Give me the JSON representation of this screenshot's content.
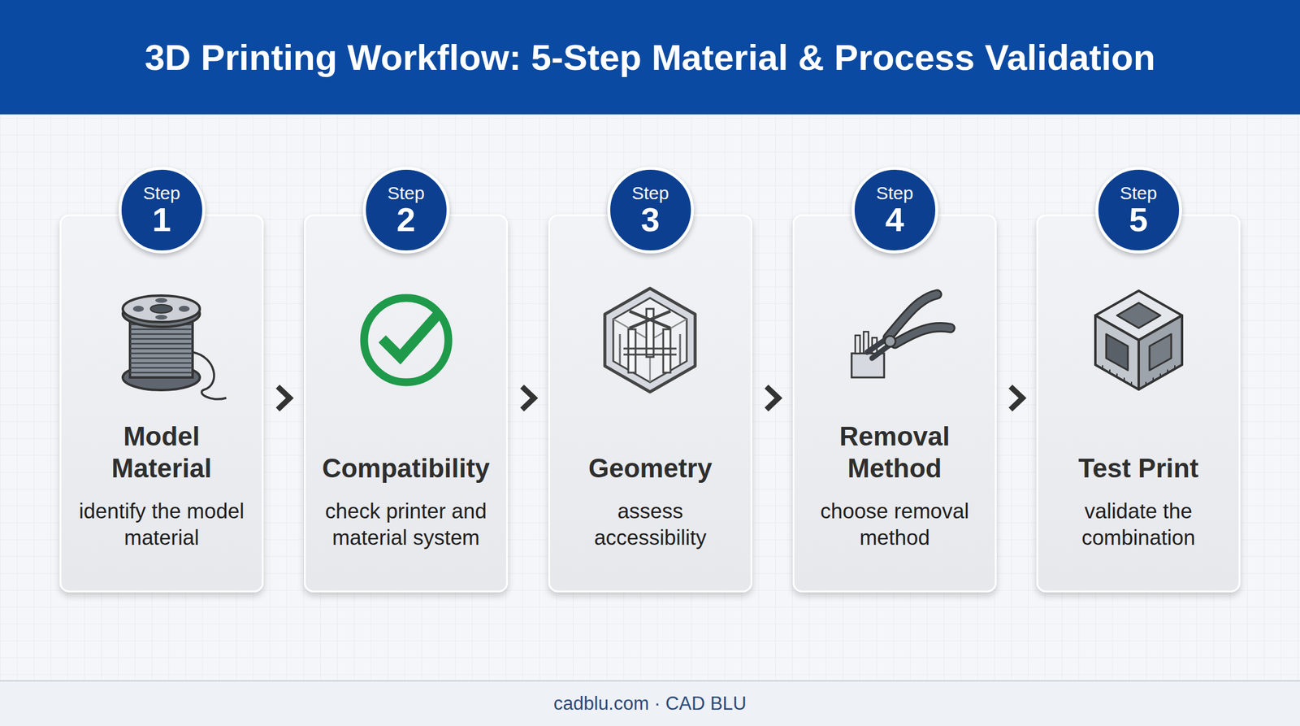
{
  "diagram": {
    "title": "3D Printing Workflow: 5-Step Material & Process Validation",
    "nodes": [
      {
        "text": [
          "Model Material",
          "identify the model material"
        ]
      },
      {
        "text": [
          "Step",
          "1"
        ],
        "in": 0
      },
      {
        "text": [
          "Compatibility",
          "check printer and material system"
        ]
      },
      {
        "text": [
          "Step",
          "2"
        ],
        "in": 2
      },
      {
        "text": [
          "Geometry",
          "assess accessibility"
        ]
      },
      {
        "text": [
          "Step",
          "3"
        ],
        "in": 4
      },
      {
        "text": [
          "Removal Method",
          "choose removal method"
        ]
      },
      {
        "text": [
          "Step",
          "4"
        ],
        "in": 6
      },
      {
        "text": [
          "Test Print",
          "validate the combination"
        ]
      },
      {
        "text": [
          "Step",
          "5"
        ],
        "in": 8
      }
    ],
    "edges": [
      {
        "from": 0,
        "to": 2,
        "arrow": "to"
      },
      {
        "from": 2,
        "to": 4,
        "arrow": "to"
      },
      {
        "from": 4,
        "to": 6,
        "arrow": "to"
      },
      {
        "from": 6,
        "to": 8,
        "arrow": "to"
      }
    ],
    "labels": [
      "cadblu.com · CAD BLU"
    ]
  }
}
